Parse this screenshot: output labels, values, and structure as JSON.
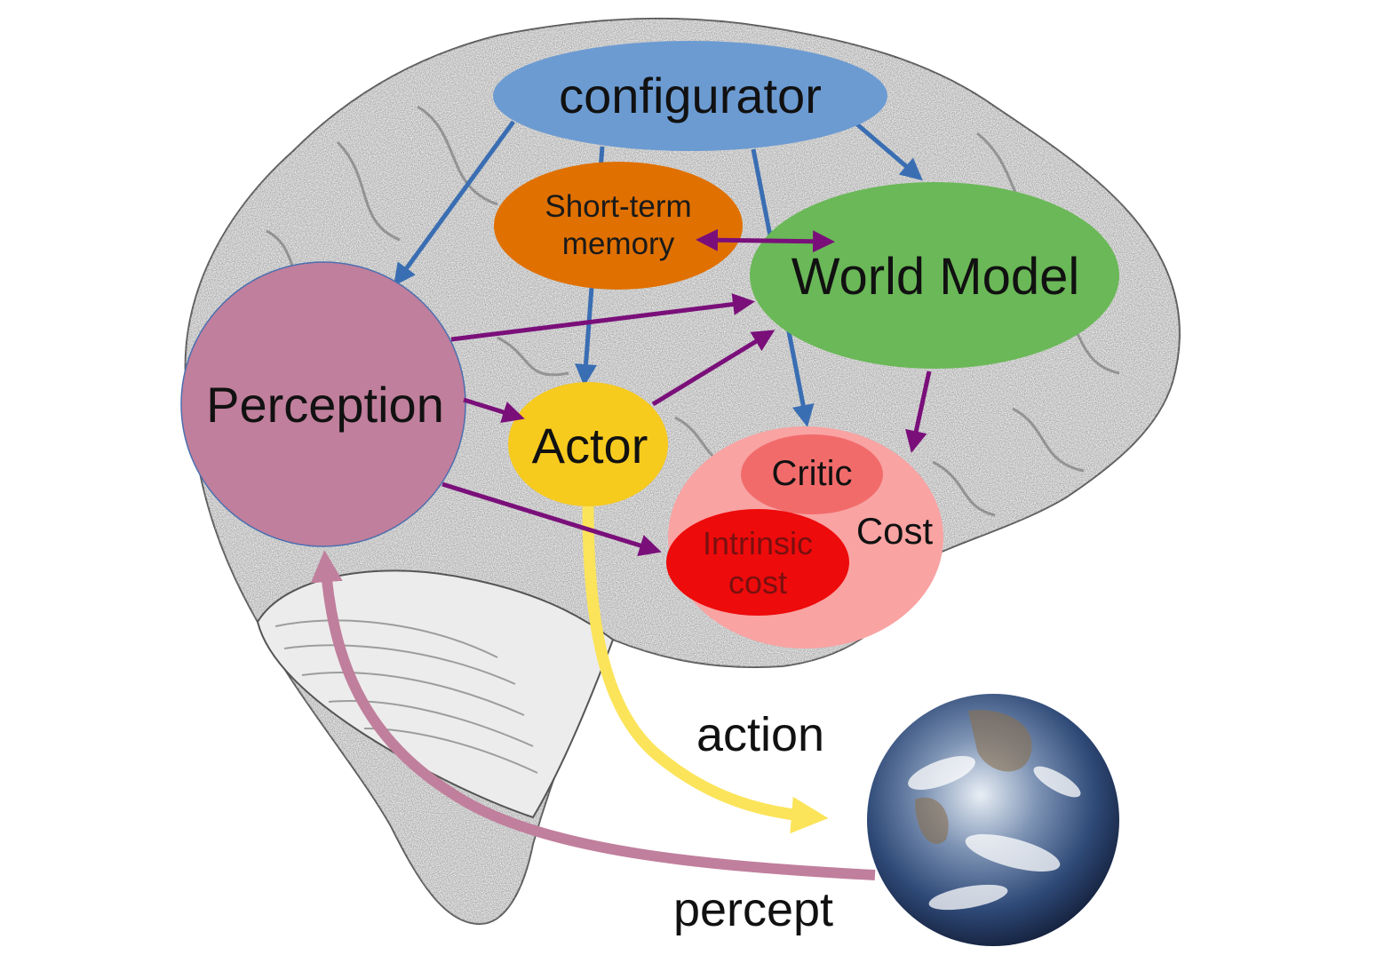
{
  "nodes": {
    "configurator": {
      "label": "configurator",
      "color": "#6c9bd2"
    },
    "short_term_memory": {
      "line1": "Short-term",
      "line2": "memory",
      "color": "#e07000"
    },
    "world_model": {
      "label": "World Model",
      "color": "#6ab857"
    },
    "perception": {
      "label": "Perception",
      "color": "#c07f9c"
    },
    "actor": {
      "label": "Actor",
      "color": "#f7ca1e"
    },
    "cost": {
      "label": "Cost",
      "color": "#f9a3a3"
    },
    "critic": {
      "label": "Critic",
      "color": "#f26b6b"
    },
    "intrinsic_cost": {
      "line1": "Intrinsic",
      "line2": "cost",
      "color": "#ee0b0b"
    }
  },
  "edge_labels": {
    "action": "action",
    "percept": "percept"
  },
  "colors": {
    "config_arrows": "#3a6eb3",
    "internal_arrows": "#7a0f7a",
    "action_arrow": "#fbe45a",
    "percept_arrow": "#c07f9c",
    "brain_fill": "#e9e9e9",
    "brain_outline": "#555555"
  },
  "background": {
    "brain_icon": "brain-illustration-icon",
    "earth_icon": "earth-globe-icon"
  }
}
